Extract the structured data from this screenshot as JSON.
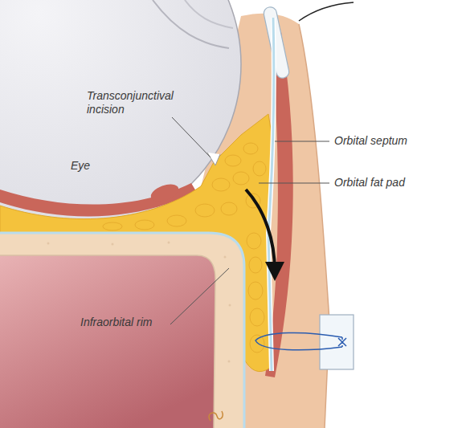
{
  "diagram": {
    "labels": [
      "Transconjunctival incision",
      "Eye",
      "Orbital septum",
      "Orbital fat pad",
      "Infraorbital rim"
    ]
  }
}
